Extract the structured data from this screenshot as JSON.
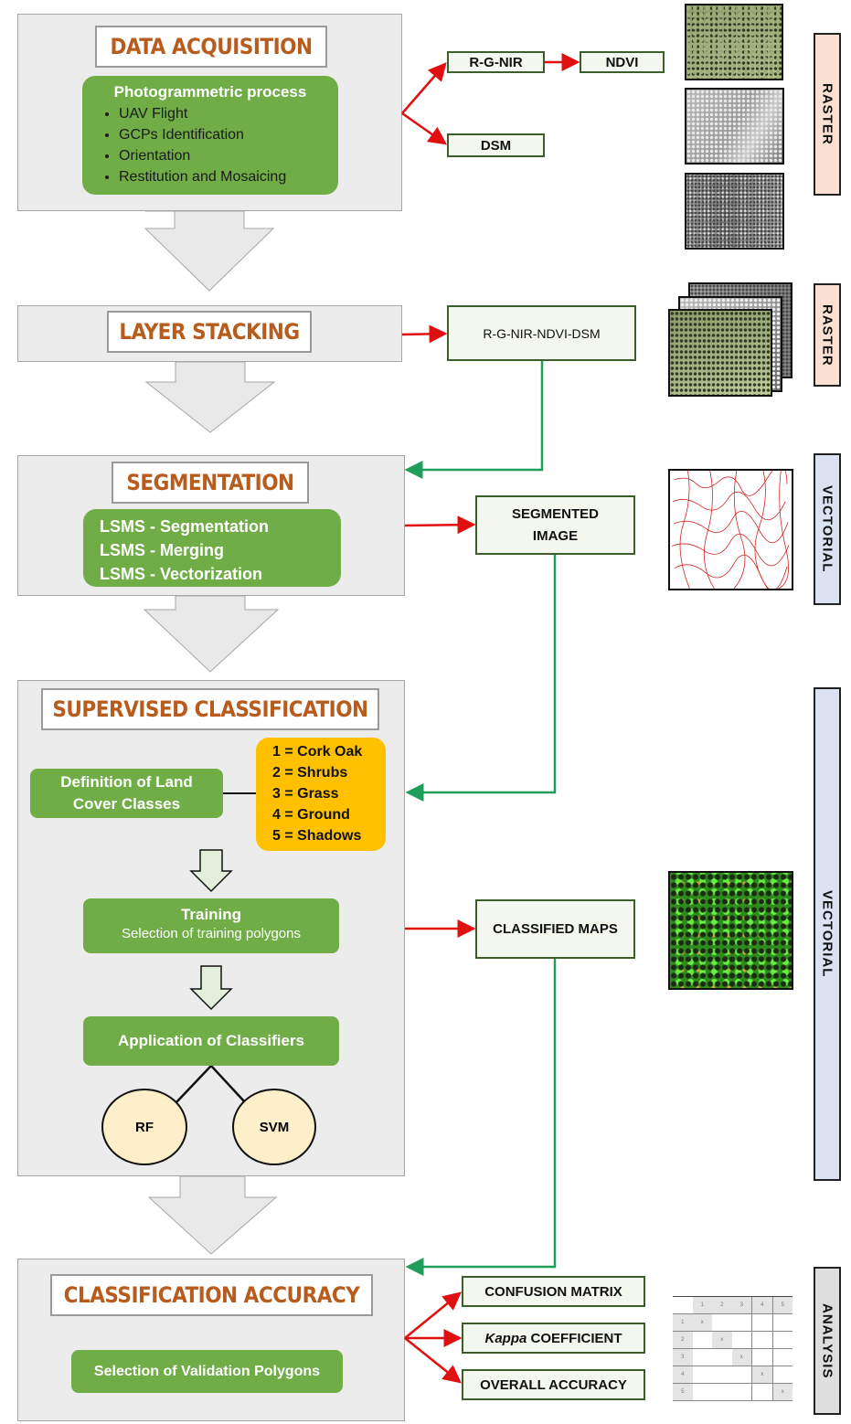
{
  "stages": {
    "data_acquisition": {
      "title": "DATA ACQUISITION",
      "process_title": "Photogrammetric process",
      "steps": [
        "UAV Flight",
        "GCPs Identification",
        "Orientation",
        "Restitution and Mosaicing"
      ]
    },
    "layer_stacking": {
      "title": "LAYER STACKING"
    },
    "segmentation": {
      "title": "SEGMENTATION",
      "steps": [
        "LSMS - Segmentation",
        "LSMS - Merging",
        "LSMS - Vectorization"
      ]
    },
    "supervised_classification": {
      "title": "SUPERVISED CLASSIFICATION",
      "definition_label": "Definition of Land Cover Classes",
      "classes": [
        "1 = Cork Oak",
        "2 = Shrubs",
        "3 = Grass",
        "4 = Ground",
        "5 = Shadows"
      ],
      "training_title": "Training",
      "training_subtitle": "Selection of training polygons",
      "classifiers_label": "Application of Classifiers",
      "classifiers": [
        "RF",
        "SVM"
      ]
    },
    "classification_accuracy": {
      "title": "CLASSIFICATION ACCURACY",
      "validation_label": "Selection of Validation Polygons"
    }
  },
  "outputs": {
    "rgnir": "R-G-NIR",
    "ndvi": "NDVI",
    "dsm": "DSM",
    "stack": "R-G-NIR-NDVI-DSM",
    "segmented": "SEGMENTED IMAGE",
    "classified": "CLASSIFIED MAPS",
    "confusion": "CONFUSION MATRIX",
    "kappa_italic": "Kappa",
    "kappa_rest": " COEFFICIENT",
    "overall": "OVERALL ACCURACY"
  },
  "side_labels": {
    "raster1": "RASTER",
    "raster2": "RASTER",
    "vectorial1": "VECTORIAL",
    "vectorial2": "VECTORIAL",
    "analysis": "ANALYSIS"
  },
  "matrix": {
    "header": [
      "",
      "1",
      "2",
      "3",
      "4",
      "5"
    ],
    "rows": [
      [
        "1",
        "x",
        "",
        "",
        "",
        ""
      ],
      [
        "2",
        "",
        "x",
        "",
        "",
        ""
      ],
      [
        "3",
        "",
        "",
        "x",
        "",
        ""
      ],
      [
        "4",
        "",
        "",
        "",
        "x",
        ""
      ],
      [
        "5",
        "",
        "",
        "",
        "",
        "x"
      ]
    ]
  },
  "colors": {
    "title_text": "#b85c1e",
    "process_green": "#70ad47",
    "classes_orange": "#ffc000",
    "arrow_red": "#e01010",
    "arrow_green": "#1e9e5a",
    "raster_label": "#fbe1d4",
    "vectorial_label": "#dbe3f3"
  }
}
